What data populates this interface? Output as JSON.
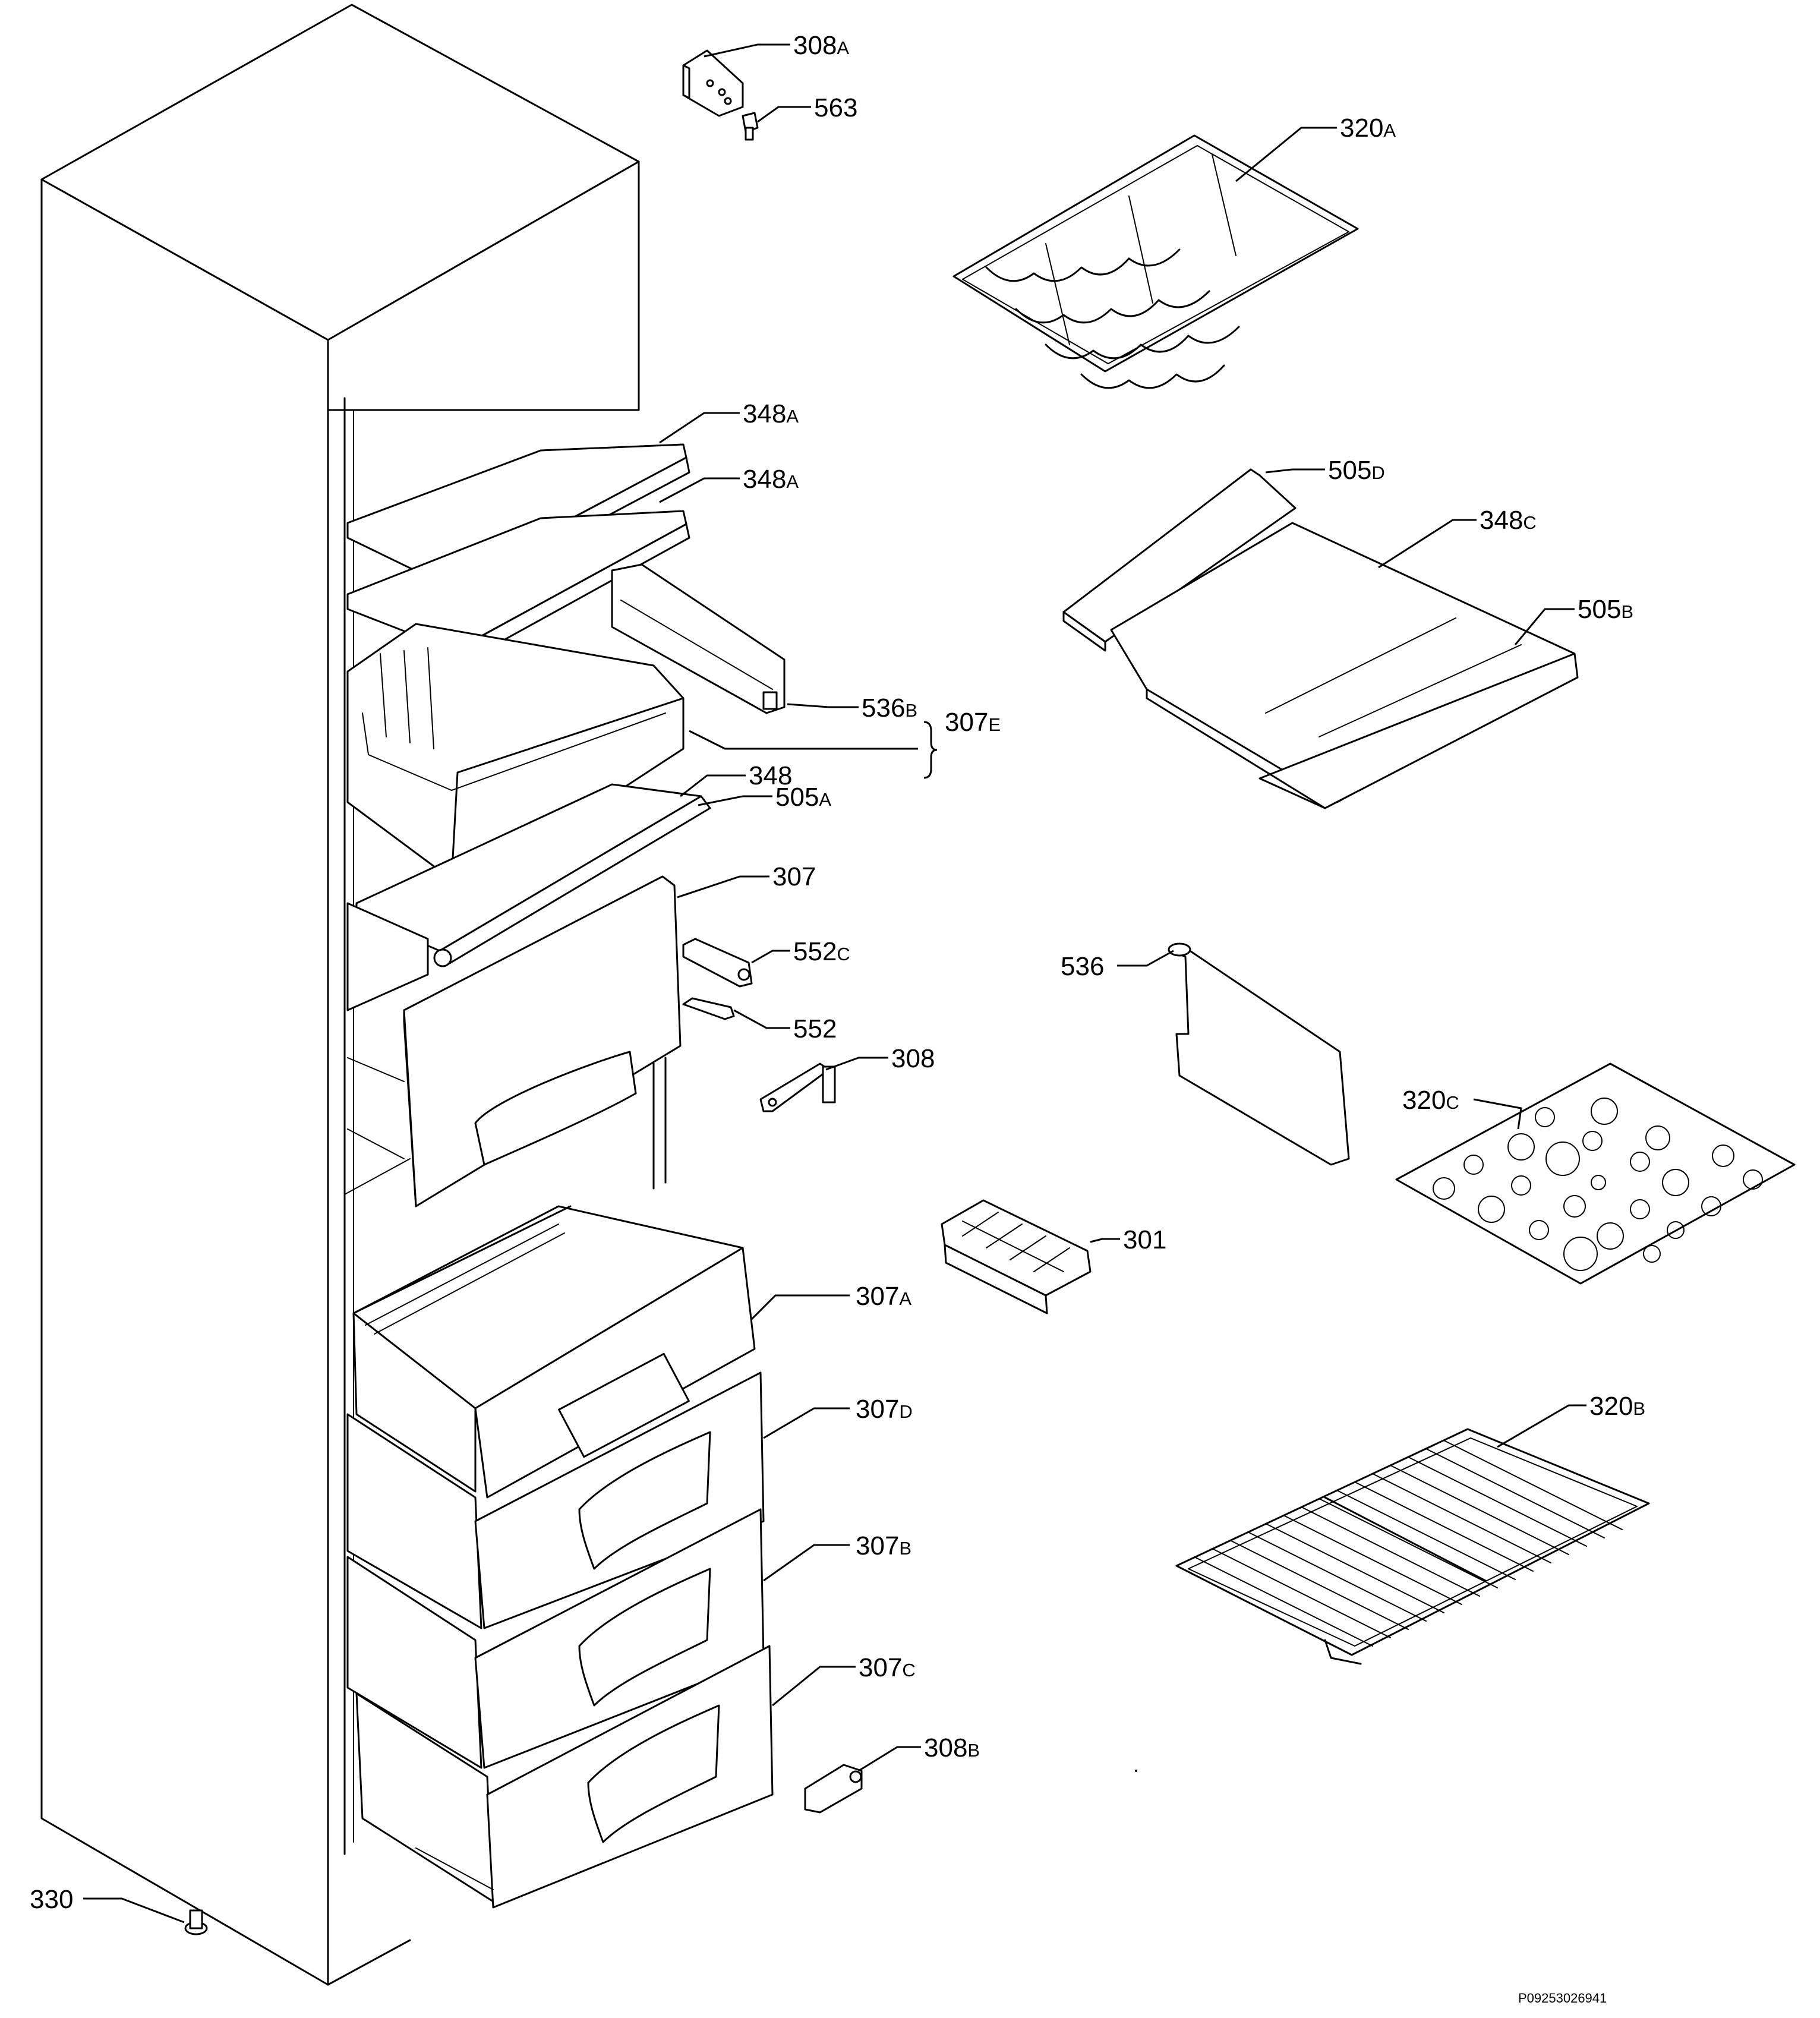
{
  "diagram": {
    "reference_code": "P09253026941",
    "callouts": [
      {
        "id": "308A",
        "num": "308",
        "suffix": "A"
      },
      {
        "id": "563",
        "num": "563",
        "suffix": ""
      },
      {
        "id": "320A",
        "num": "320",
        "suffix": "A"
      },
      {
        "id": "348A-1",
        "num": "348",
        "suffix": "A"
      },
      {
        "id": "348A-2",
        "num": "348",
        "suffix": "A"
      },
      {
        "id": "505D",
        "num": "505",
        "suffix": "D"
      },
      {
        "id": "348C",
        "num": "348",
        "suffix": "C"
      },
      {
        "id": "505B",
        "num": "505",
        "suffix": "B"
      },
      {
        "id": "536B",
        "num": "536",
        "suffix": "B"
      },
      {
        "id": "307E",
        "num": "307",
        "suffix": "E"
      },
      {
        "id": "348",
        "num": "348",
        "suffix": ""
      },
      {
        "id": "505A",
        "num": "505",
        "suffix": "A"
      },
      {
        "id": "307",
        "num": "307",
        "suffix": ""
      },
      {
        "id": "552C",
        "num": "552",
        "suffix": "C"
      },
      {
        "id": "552",
        "num": "552",
        "suffix": ""
      },
      {
        "id": "308",
        "num": "308",
        "suffix": ""
      },
      {
        "id": "536",
        "num": "536",
        "suffix": ""
      },
      {
        "id": "320C",
        "num": "320",
        "suffix": "C"
      },
      {
        "id": "301",
        "num": "301",
        "suffix": ""
      },
      {
        "id": "307A",
        "num": "307",
        "suffix": "A"
      },
      {
        "id": "307D",
        "num": "307",
        "suffix": "D"
      },
      {
        "id": "320B",
        "num": "320",
        "suffix": "B"
      },
      {
        "id": "307B",
        "num": "307",
        "suffix": "B"
      },
      {
        "id": "307C",
        "num": "307",
        "suffix": "C"
      },
      {
        "id": "308B",
        "num": "308",
        "suffix": "B"
      },
      {
        "id": "330",
        "num": "330",
        "suffix": ""
      }
    ]
  }
}
